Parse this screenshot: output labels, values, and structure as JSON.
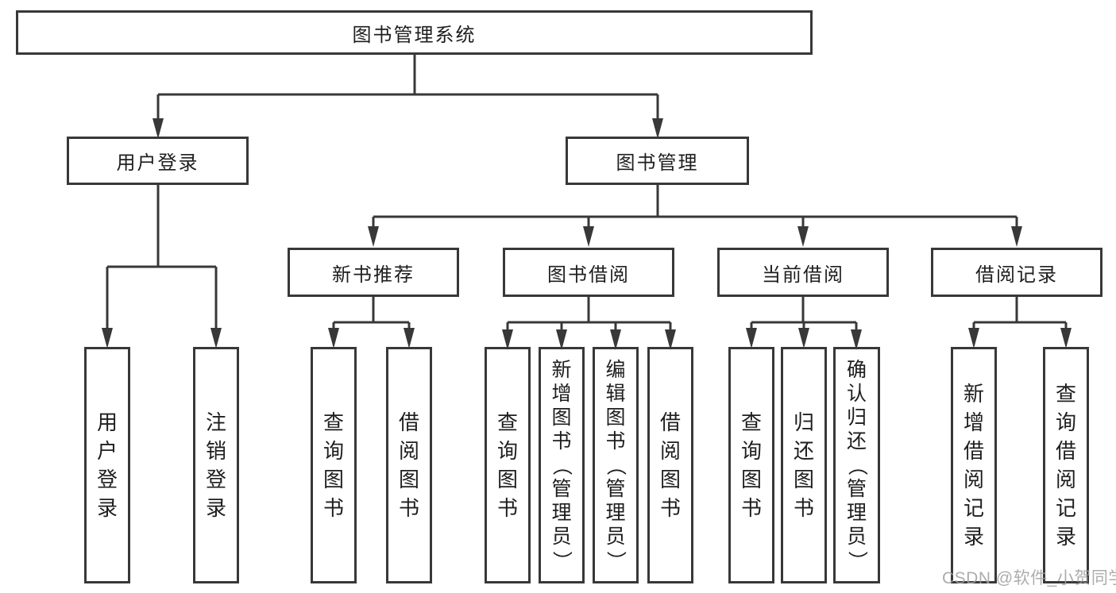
{
  "diagram": {
    "root": {
      "label": "图书管理系统"
    },
    "branches": [
      {
        "label": "用户登录",
        "children": [
          {
            "label": "用户登录"
          },
          {
            "label": "注销登录"
          }
        ]
      },
      {
        "label": "图书管理",
        "children": [
          {
            "label": "新书推荐",
            "children": [
              {
                "label": "查询图书"
              },
              {
                "label": "借阅图书"
              }
            ]
          },
          {
            "label": "图书借阅",
            "children": [
              {
                "label": "查询图书"
              },
              {
                "label": "新增图书（管理员）"
              },
              {
                "label": "编辑图书（管理员）"
              },
              {
                "label": "借阅图书"
              }
            ]
          },
          {
            "label": "当前借阅",
            "children": [
              {
                "label": "查询图书"
              },
              {
                "label": "归还图书"
              },
              {
                "label": "确认归还（管理员）"
              }
            ]
          },
          {
            "label": "借阅记录",
            "children": [
              {
                "label": "新增借阅记录"
              },
              {
                "label": "查询借阅记录"
              }
            ]
          }
        ]
      }
    ]
  },
  "watermark": {
    "text": "CSDN @软件_小贺同学"
  },
  "colors": {
    "line": "#383838",
    "box_border": "#383838",
    "box_fill": "#ffffff",
    "text": "#1e1e1e",
    "watermark": "#9e9e9e"
  }
}
